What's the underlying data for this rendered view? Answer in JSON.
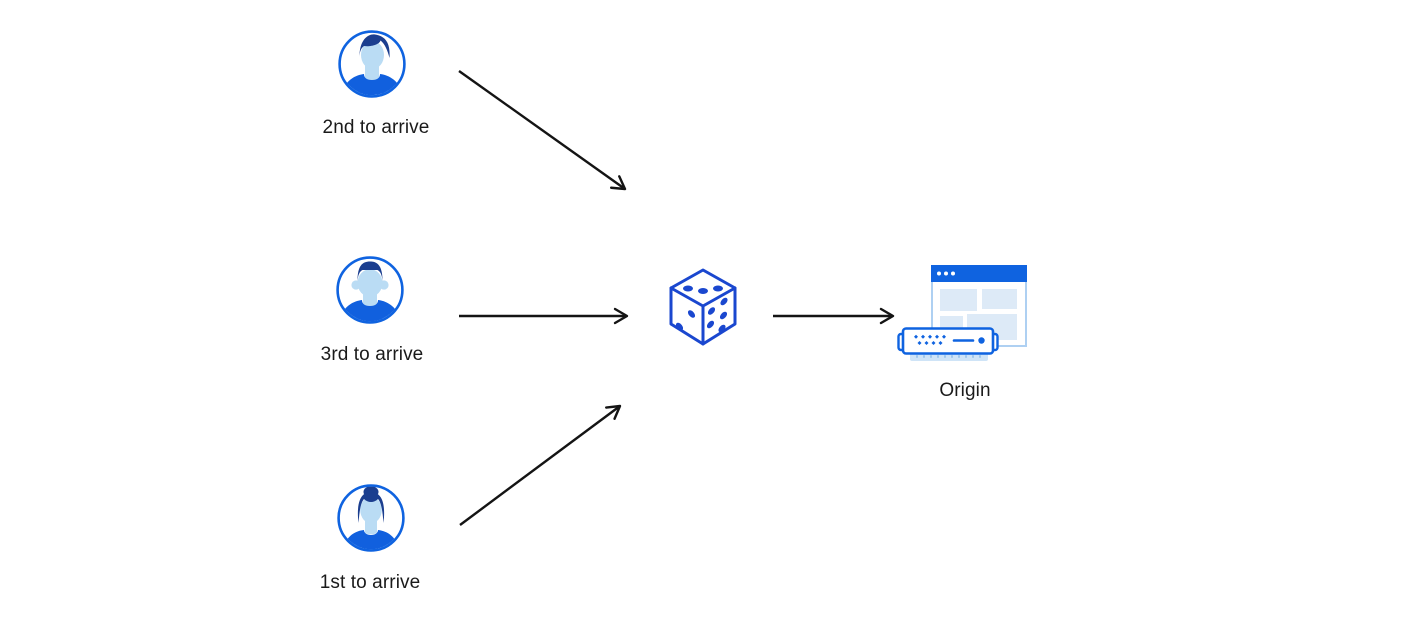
{
  "clients": [
    {
      "label": "2nd to arrive",
      "icon": "user-avatar-man-swoop-hair-icon"
    },
    {
      "label": "3rd to arrive",
      "icon": "user-avatar-man-flat-hair-icon"
    },
    {
      "label": "1st to arrive",
      "icon": "user-avatar-woman-bun-hair-icon"
    }
  ],
  "router": {
    "icon": "dice-icon"
  },
  "origin": {
    "label": "Origin",
    "icon": "origin-browser-server-icon"
  },
  "colors": {
    "background": "#ffffff",
    "ui_blue": "#0f63e0",
    "dice_blue": "#1a47cf",
    "hair_navy": "#1b3e8f",
    "face_light_blue": "#badcf4",
    "shirt_blue": "#1160de",
    "panel_light_blue": "#ddeaf7",
    "server_base_blue": "#cfe4f7",
    "window_border_blue": "#aed0f2",
    "arrow_black": "#141414",
    "text": "#1a1a1a"
  }
}
